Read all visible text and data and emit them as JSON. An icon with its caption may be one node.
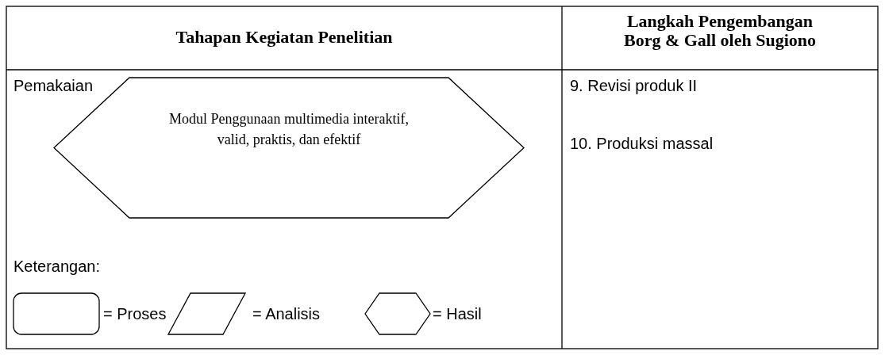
{
  "diagram": {
    "nodes": [
      {
        "text": [
          "Modul Penggunaan multimedia interaktif, valid, praktis, dan efektif"
        ]
      },
      {
        "text": [],
        "shape": "box"
      },
      {
        "text": [],
        "shape": "parallelogram"
      },
      {
        "text": [],
        "shape": "hexagon"
      }
    ],
    "edges": [],
    "labels": [
      "Tahapan Kegiatan Penelitian",
      "Langkah Pengembangan Borg & Gall oleh Sugiono",
      "Pemakaian",
      "9. Revisi produk II",
      "10. Produksi massal",
      "Keterangan:"
    ],
    "legend": [
      {
        "text": "= Proses"
      },
      {
        "text": "= Analisis"
      },
      {
        "text": "= Hasil"
      }
    ]
  }
}
